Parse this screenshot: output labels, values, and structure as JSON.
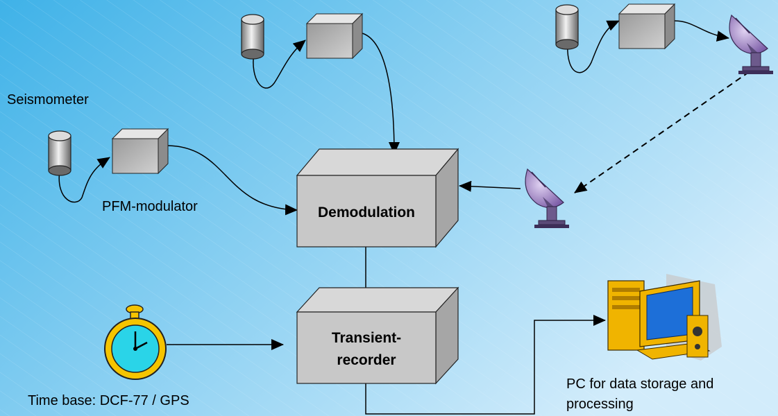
{
  "labels": {
    "seismometer": "Seismometer",
    "pfm_modulator": "PFM-modulator",
    "demodulation": "Demodulation",
    "transient_line1": "Transient-",
    "transient_line2": "recorder",
    "time_base": "Time base: DCF-77 / GPS",
    "pc_line1": "PC for data storage and",
    "pc_line2": "processing"
  },
  "icons": {
    "seismometer": "seismometer-cylinder-icon",
    "modulator": "modulator-box-icon",
    "antenna": "satellite-dish-icon",
    "clock": "stopwatch-icon",
    "computer": "desktop-computer-icon"
  },
  "colors": {
    "background_start": "#3fb2e8",
    "background_end": "#d2ecfb",
    "box_fill": "#c8c8c8",
    "box_top": "#d8d8d8",
    "box_side": "#a6a6a6",
    "dish": "#b79ad8",
    "clock_face": "#2ad4e8",
    "clock_case": "#f5c400",
    "monitor_screen": "#1d6fd8",
    "pc_case": "#f0b400"
  }
}
